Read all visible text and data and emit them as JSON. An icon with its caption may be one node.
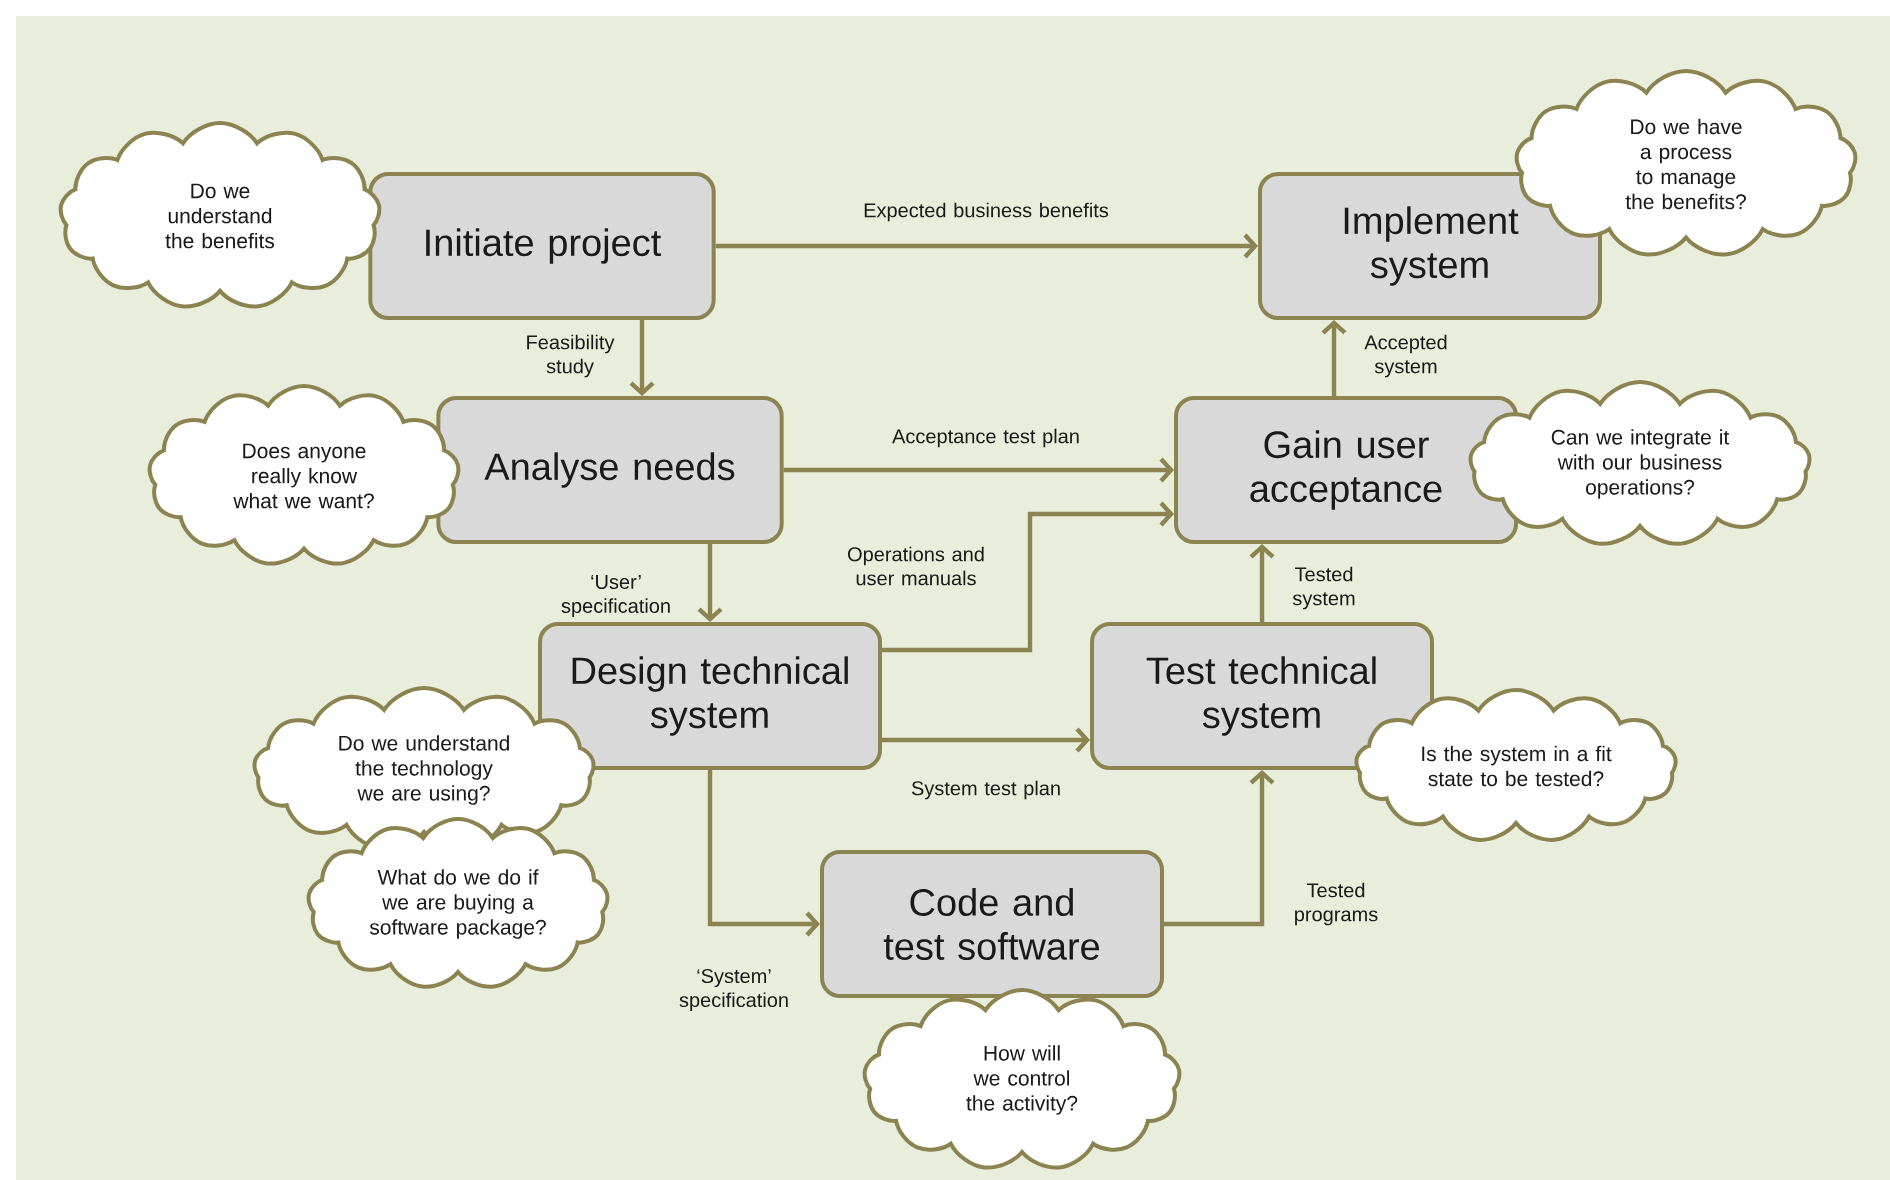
{
  "diagram": {
    "nodes": [
      {
        "text": [
          "Initiate project"
        ]
      },
      {
        "text": [
          "Analyse needs"
        ]
      },
      {
        "text": [
          "Design technical system"
        ]
      },
      {
        "text": [
          "Code and test software"
        ]
      },
      {
        "text": [
          "Test technical system"
        ]
      },
      {
        "text": [
          "Gain user acceptance"
        ]
      },
      {
        "text": [
          "Implement system"
        ]
      },
      {
        "text": [
          "Do we understand the benefits"
        ]
      },
      {
        "text": [
          "Does anyone really know what we want?"
        ]
      },
      {
        "text": [
          "Do we understand the technology we are using?"
        ]
      },
      {
        "text": [
          "What do we do if we are buying a software package?"
        ]
      },
      {
        "text": [
          "How will we control the activity?"
        ]
      },
      {
        "text": [
          "Is the system in a fit state to be tested?"
        ]
      },
      {
        "text": [
          "Can we integrate it with our business operations?"
        ]
      },
      {
        "text": [
          "Do we have a process to manage the benefits?"
        ]
      }
    ],
    "edges": [
      {
        "from": 0,
        "to": 6,
        "arrow": "to",
        "label": "Expected business benefits"
      },
      {
        "from": 0,
        "to": 1,
        "arrow": "to",
        "label": "Feasibility study"
      },
      {
        "from": 1,
        "to": 5,
        "arrow": "to",
        "label": "Acceptance test plan"
      },
      {
        "from": 1,
        "to": 2,
        "arrow": "to",
        "label": "‘User’ specification"
      },
      {
        "from": 2,
        "to": 5,
        "arrow": "to",
        "label": "Operations and user manuals"
      },
      {
        "from": 2,
        "to": 4,
        "arrow": "to",
        "label": "System test plan"
      },
      {
        "from": 2,
        "to": 3,
        "arrow": "to",
        "label": "‘System’ specification"
      },
      {
        "from": 3,
        "to": 4,
        "arrow": "to",
        "label": "Tested programs"
      },
      {
        "from": 4,
        "to": 5,
        "arrow": "to",
        "label": "Tested system"
      },
      {
        "from": 5,
        "to": 6,
        "arrow": "to",
        "label": "Accepted system"
      }
    ]
  }
}
